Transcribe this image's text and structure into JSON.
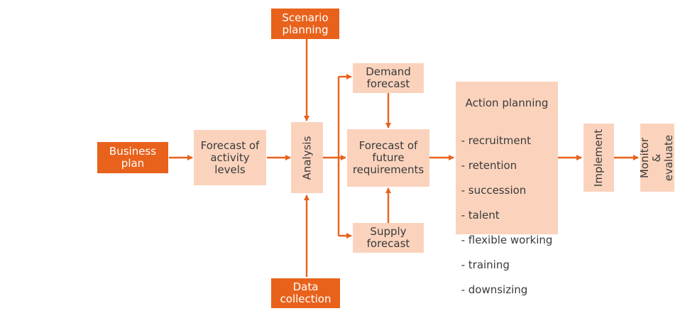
{
  "nodes": {
    "scenario_planning": "Scenario\nplanning",
    "business_plan": "Business\nplan",
    "forecast_activity": "Forecast of\nactivity\nlevels",
    "analysis": "Analysis",
    "data_collection": "Data\ncollection",
    "demand_forecast": "Demand\nforecast",
    "forecast_future": "Forecast of\nfuture\nrequirements",
    "supply_forecast": "Supply\nforecast",
    "implement": "Implement",
    "monitor_evaluate": "Monitor &\nevaluate"
  },
  "action_planning": {
    "title": "Action planning",
    "items": [
      "recruitment",
      "retention",
      "succession",
      "talent",
      "flexible working",
      "training",
      "downsizing"
    ]
  },
  "colors": {
    "accent": "#e8621c",
    "light_fill": "#fbd3bd",
    "text_dark": "#3a3a3a",
    "text_light": "#ffffff"
  }
}
